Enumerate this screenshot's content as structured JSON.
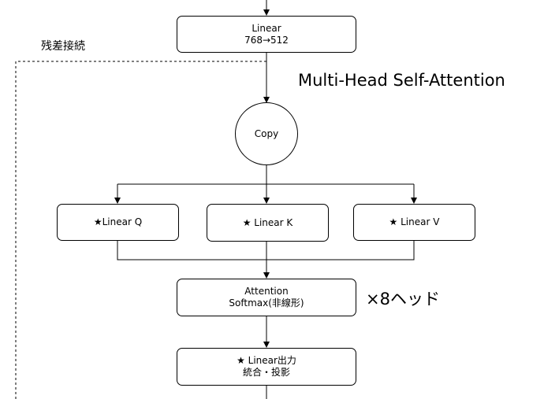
{
  "nodes": {
    "linear_top": {
      "line1": "Linear",
      "line2": "768→512"
    },
    "copy": {
      "label": "Copy"
    },
    "linear_q": {
      "label": "★Linear Q"
    },
    "linear_k": {
      "label": "★ Linear K"
    },
    "linear_v": {
      "label": "★ Linear V"
    },
    "attention": {
      "line1": "Attention",
      "line2": "Softmax(非線形)"
    },
    "linear_out": {
      "line1": "★ Linear出力",
      "line2": "統合・投影"
    }
  },
  "labels": {
    "residual": "残差接続",
    "mhsa_title": "Multi-Head Self-Attention",
    "heads": "×8ヘッド"
  }
}
